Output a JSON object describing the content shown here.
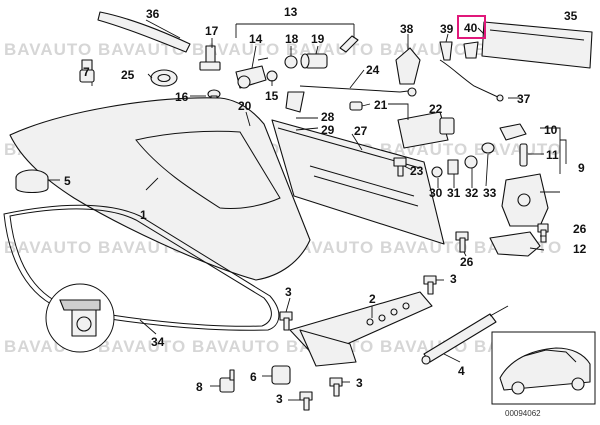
{
  "watermark": "BAVAUTO",
  "reference_number": "00094062",
  "highlight_color": "#e0187a",
  "highlighted_part": "40",
  "callouts": [
    "36",
    "13",
    "17",
    "14",
    "18",
    "19",
    "38",
    "39",
    "40",
    "35",
    "25",
    "24",
    "16",
    "20",
    "15",
    "21",
    "22",
    "37",
    "28",
    "29",
    "27",
    "10",
    "1",
    "5",
    "23",
    "11",
    "9",
    "30",
    "31",
    "32",
    "33",
    "26",
    "12",
    "3",
    "2",
    "34",
    "7",
    "6",
    "8",
    "4"
  ]
}
